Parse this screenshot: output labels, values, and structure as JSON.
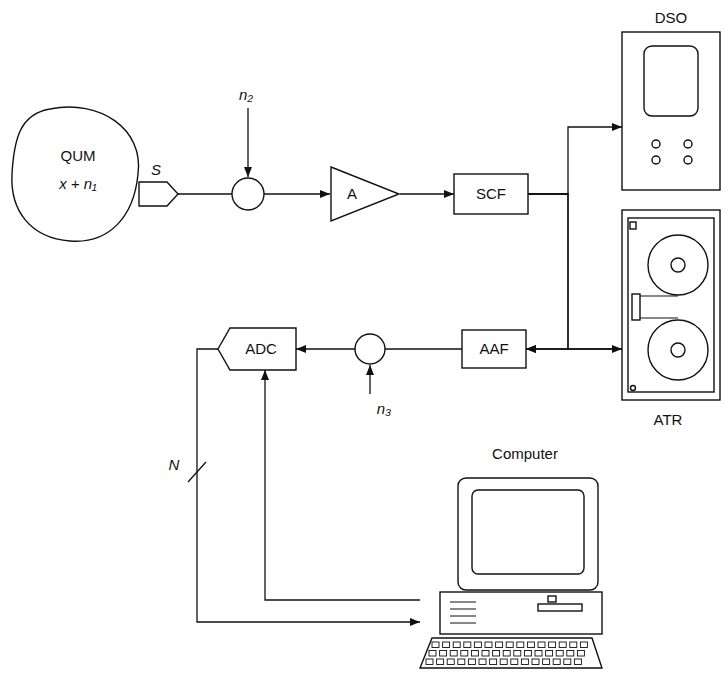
{
  "diagram": {
    "nodes": [
      {
        "text": [
          "QUM",
          "x + n₁"
        ]
      },
      {
        "text": [
          "S"
        ]
      },
      {
        "text": [
          "A"
        ]
      },
      {
        "text": [
          "SCF"
        ]
      },
      {
        "text": [
          "DSO"
        ]
      },
      {
        "text": [
          "ATR"
        ]
      },
      {
        "text": [
          "AAF"
        ]
      },
      {
        "text": [
          "ADC"
        ]
      },
      {
        "text": [
          "Computer"
        ]
      }
    ],
    "edges": [
      {
        "from": 1,
        "to": 2,
        "arrow": "to"
      },
      {
        "from": 2,
        "to": 3,
        "arrow": "to"
      },
      {
        "from": 3,
        "to": 4,
        "arrow": "to"
      },
      {
        "from": 3,
        "to": 5,
        "arrow": "to"
      },
      {
        "from": 3,
        "to": 6,
        "arrow": "to"
      },
      {
        "from": 5,
        "to": 6,
        "arrow": "to"
      },
      {
        "from": 6,
        "to": 7,
        "arrow": "to"
      },
      {
        "from": 7,
        "to": 8,
        "arrow": "to"
      },
      {
        "from": 8,
        "to": 7,
        "arrow": "to"
      }
    ],
    "labels": [
      "n₂",
      "n₃",
      "N"
    ]
  }
}
